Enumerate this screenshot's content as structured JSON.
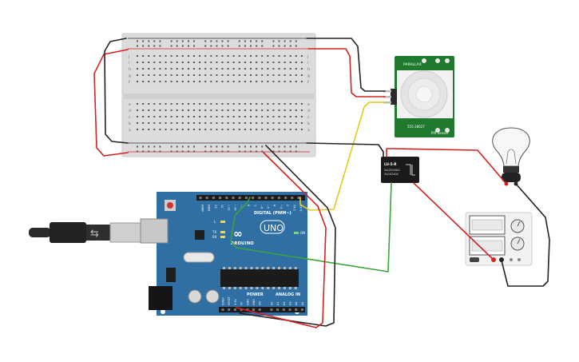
{
  "arduino": {
    "brand": "ARDUINO",
    "model": "UNO",
    "digital_label": "DIGITAL (PWM~)",
    "power_label": "POWER",
    "analog_label": "ANALOG IN",
    "led_tx": "TX",
    "led_rx": "RX",
    "led_l": "L",
    "led_on": "ON",
    "digital_pins": [
      "AREF",
      "GND",
      "13",
      "12",
      "~11",
      "~10",
      "~9",
      "8",
      "7",
      "~6",
      "~5",
      "4",
      "~3",
      "2",
      "TX 1",
      "RX 0"
    ],
    "power_pins": [
      "IOREF",
      "RESET",
      "3.3V",
      "5V",
      "GND",
      "GND",
      "Vin"
    ],
    "analog_pins": [
      "A0",
      "A1",
      "A2",
      "A3",
      "A4",
      "A5"
    ]
  },
  "pir": {
    "top_label": "PARALLAX",
    "bottom_label": "PIR Sensor",
    "sub_label": "555-28027"
  },
  "relay": {
    "model": "LU-5-R",
    "line1": "5A/250VAC",
    "line2": "5A/30VDC"
  },
  "breadboard": {
    "rows_top": [
      "j",
      "i",
      "h",
      "g",
      "f"
    ],
    "rows_bottom": [
      "e",
      "d",
      "c",
      "b",
      "a"
    ]
  },
  "colors": {
    "board": "#2f6fa3",
    "pcb_green": "#1f7a2e",
    "wire_red": "#d32020",
    "wire_black": "#222222",
    "wire_yellow": "#e6c81a",
    "wire_green": "#3aa53a"
  }
}
